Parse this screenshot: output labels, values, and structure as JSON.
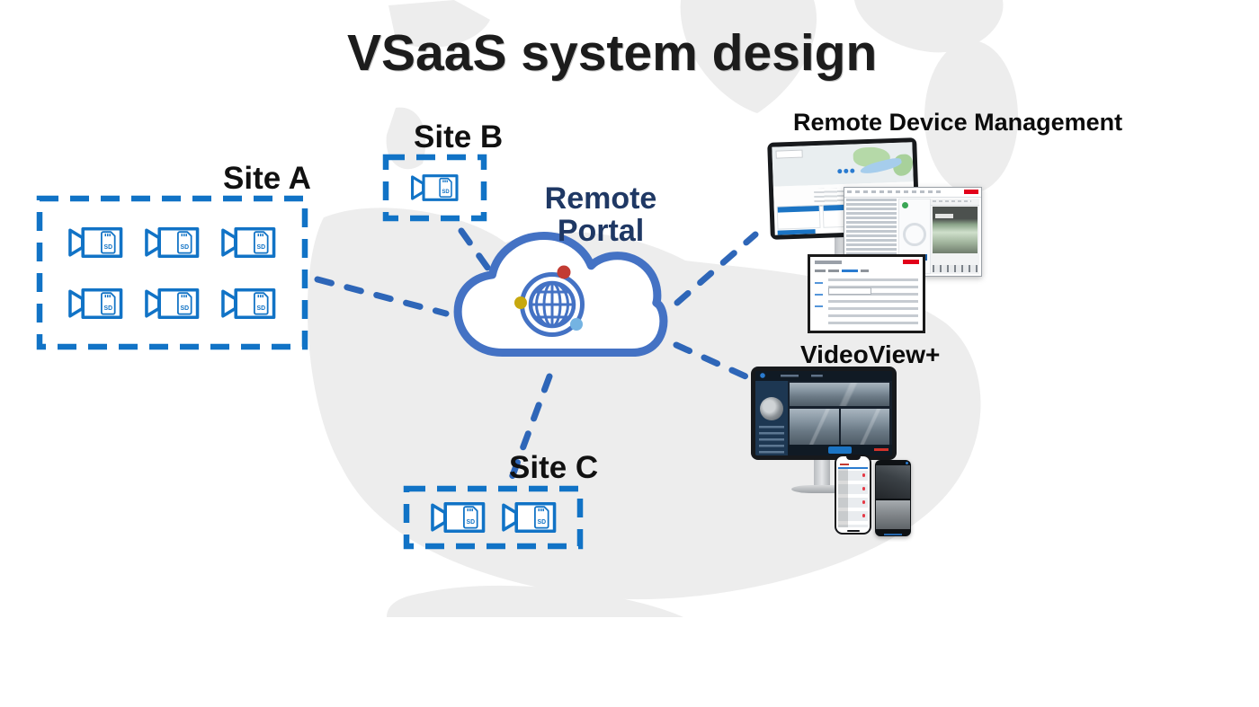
{
  "slide": {
    "title": "VSaaS system design"
  },
  "sites": [
    {
      "label": "Site A",
      "cameras": 6
    },
    {
      "label": "Site B",
      "cameras": 1
    },
    {
      "label": "Site C",
      "cameras": 2
    }
  ],
  "cloud": {
    "line1": "Remote",
    "line2": "Portal"
  },
  "panels": {
    "rdm_label": "Remote Device Management",
    "videoview_label": "VideoView+"
  },
  "icons": {
    "sd_label": "SD",
    "camera_icon": "video-camera-with-sd-card",
    "cloud_icon": "cloud-outline",
    "globe_icon": "globe-with-orbit-dots"
  },
  "colors": {
    "camera_blue": "#1173C6",
    "cloud_outline": "#4472C4",
    "portal_text_navy": "#1F3864",
    "connector_blue": "#2E66B8",
    "orbit_dot_red": "#C23B33",
    "orbit_dot_yellow": "#C7A80F",
    "orbit_dot_lightblue": "#74B3E2",
    "label_black": "#111111"
  }
}
